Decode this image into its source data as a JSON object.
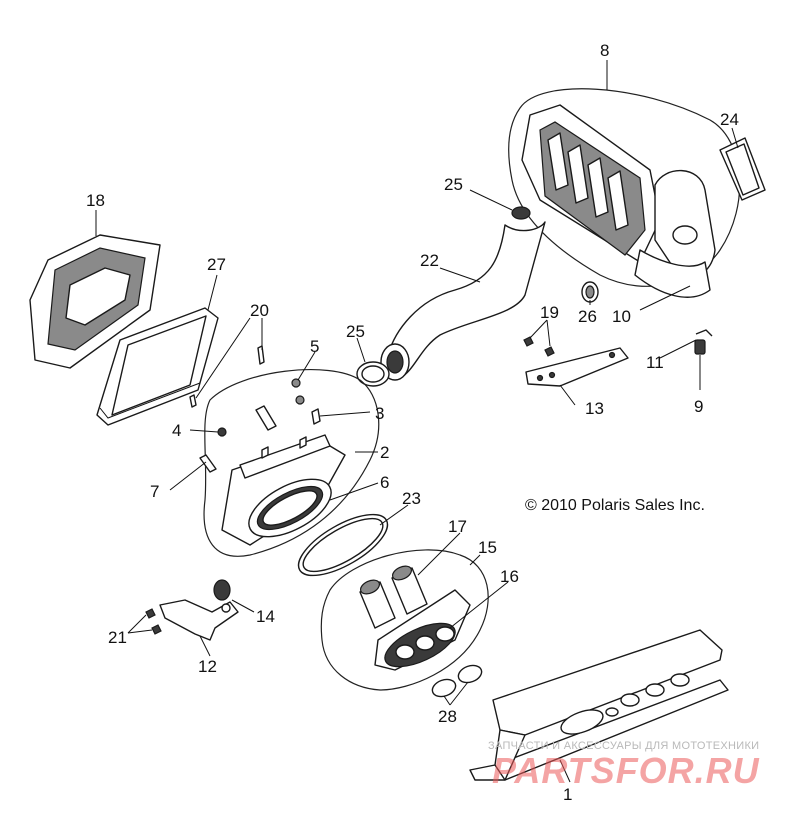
{
  "copyright": "© 2010 Polaris Sales Inc.",
  "watermark": {
    "tagline": "ЗАПЧАСТИ И АКСЕССУАРЫ ДЛЯ МОТОТЕХНИКИ",
    "brand": "PARTSFOR.RU"
  },
  "callouts": [
    "1",
    "2",
    "3",
    "4",
    "5",
    "6",
    "7",
    "8",
    "9",
    "10",
    "11",
    "12",
    "13",
    "14",
    "15",
    "16",
    "17",
    "18",
    "19",
    "20",
    "21",
    "22",
    "23",
    "24",
    "25",
    "25",
    "26",
    "27",
    "28"
  ]
}
